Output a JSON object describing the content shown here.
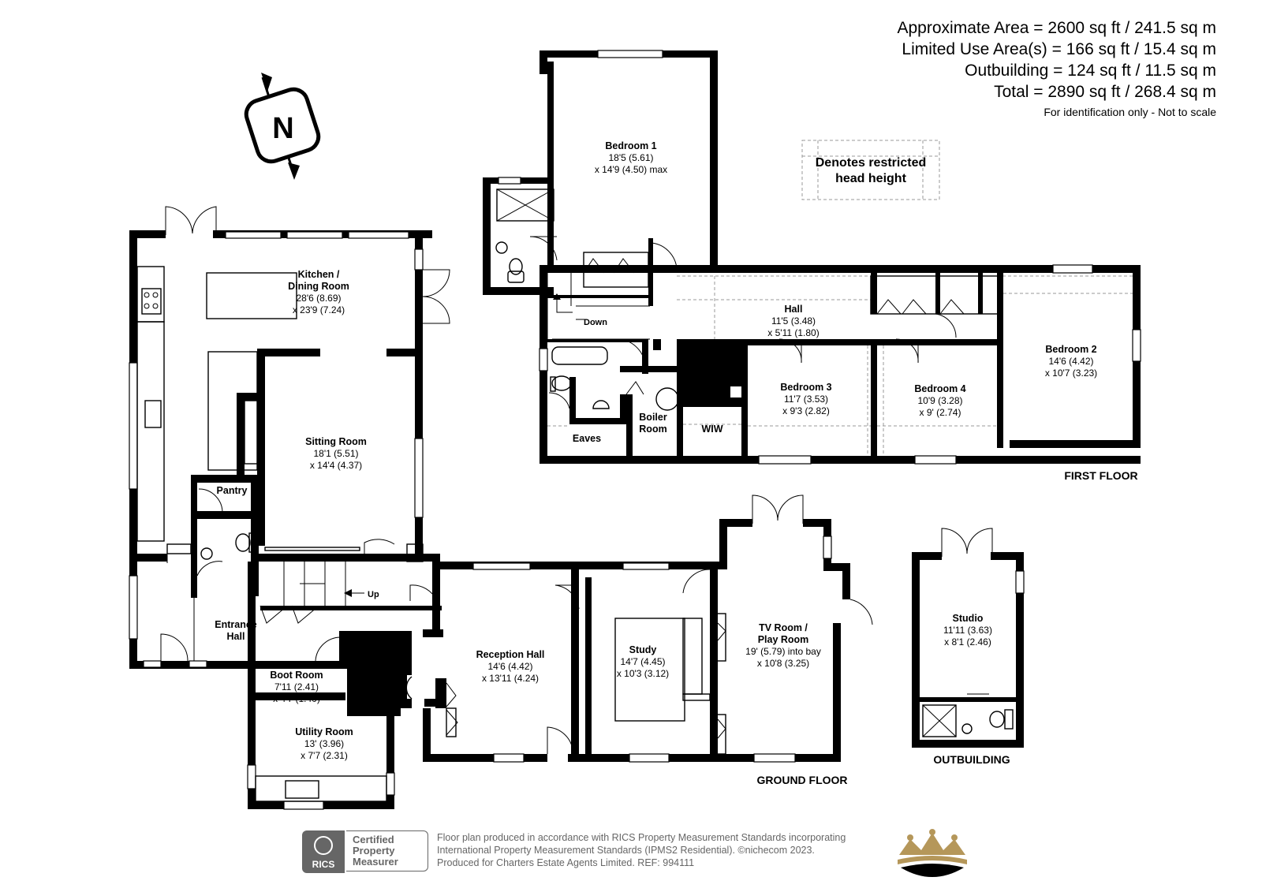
{
  "areas": {
    "approx": "Approximate Area = 2600 sq ft / 241.5 sq m",
    "limited": "Limited Use Area(s) = 166 sq ft / 15.4 sq m",
    "outbuilding": "Outbuilding = 124 sq ft / 11.5 sq m",
    "total": "Total = 2890 sq ft / 268.4 sq m",
    "note": "For identification only - Not to scale"
  },
  "restricted_note": {
    "line1": "Denotes restricted",
    "line2": "head height"
  },
  "compass_letter": "N",
  "floor_labels": {
    "first": "FIRST FLOOR",
    "ground": "GROUND FLOOR",
    "outbuilding": "OUTBUILDING"
  },
  "rooms": {
    "bedroom1": {
      "name": "Bedroom 1",
      "dim1": "18'5 (5.61)",
      "dim2": "x 14'9 (4.50) max"
    },
    "hall_first": {
      "name": "Hall",
      "dim1": "11'5 (3.48)",
      "dim2": "x 5'11 (1.80)"
    },
    "bedroom2": {
      "name": "Bedroom 2",
      "dim1": "14'6 (4.42)",
      "dim2": "x 10'7 (3.23)"
    },
    "bedroom3": {
      "name": "Bedroom 3",
      "dim1": "11'7 (3.53)",
      "dim2": "x 9'3 (2.82)"
    },
    "bedroom4": {
      "name": "Bedroom 4",
      "dim1": "10'9 (3.28)",
      "dim2": "x 9' (2.74)"
    },
    "eaves": {
      "name": "Eaves"
    },
    "boiler": {
      "name1": "Boiler",
      "name2": "Room"
    },
    "wiw": {
      "name": "WIW"
    },
    "down": {
      "name": "Down"
    },
    "kitchen": {
      "name1": "Kitchen /",
      "name2": "Dining Room",
      "dim1": "28'6 (8.69)",
      "dim2": "x 23'9 (7.24)"
    },
    "sitting": {
      "name": "Sitting Room",
      "dim1": "18'1 (5.51)",
      "dim2": "x 14'4 (4.37)"
    },
    "pantry": {
      "name": "Pantry"
    },
    "entrance": {
      "name1": "Entrance",
      "name2": "Hall"
    },
    "up": {
      "name": "Up"
    },
    "boot": {
      "name": "Boot Room",
      "dim1": "7'11 (2.41)",
      "dim2": "x 4'7 (1.40)"
    },
    "utility": {
      "name": "Utility Room",
      "dim1": "13' (3.96)",
      "dim2": "x 7'7 (2.31)"
    },
    "reception": {
      "name": "Reception Hall",
      "dim1": "14'6 (4.42)",
      "dim2": "x 13'11 (4.24)"
    },
    "study": {
      "name": "Study",
      "dim1": "14'7 (4.45)",
      "dim2": "x 10'3 (3.12)"
    },
    "tv": {
      "name1": "TV Room /",
      "name2": "Play Room",
      "dim1": "19' (5.79) into bay",
      "dim2": "x 10'8 (3.25)"
    },
    "studio": {
      "name": "Studio",
      "dim1": "11'11 (3.63)",
      "dim2": "x 8'1 (2.46)"
    }
  },
  "footer": {
    "line1": "Floor plan produced in accordance with RICS Property Measurement Standards incorporating",
    "line2": "International Property Measurement Standards (IPMS2 Residential). ©nichecom 2023.",
    "line3": "Produced for Charters Estate Agents Limited.   REF:  994111"
  },
  "rics_badge": {
    "short": "RICS",
    "cert1": "Certified",
    "cert2": "Property",
    "cert3": "Measurer"
  },
  "colors": {
    "wall": "#000000",
    "footer_grey": "#666666",
    "crown_gold": "#b5975a"
  },
  "icons": [
    "compass-north-icon",
    "rics-logo-icon",
    "crown-logo-icon"
  ]
}
